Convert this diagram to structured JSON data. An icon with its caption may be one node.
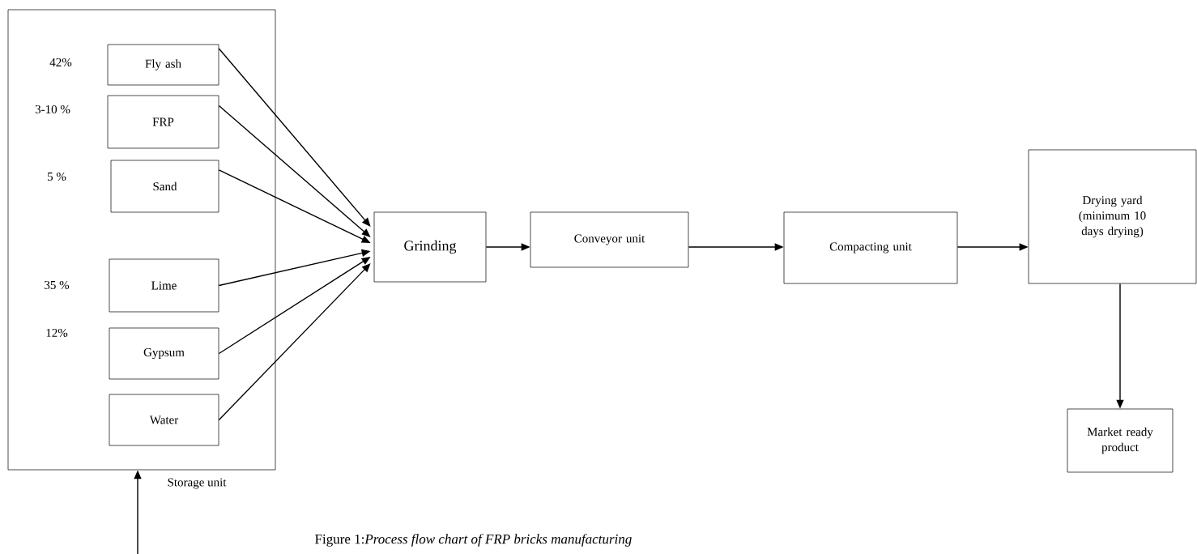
{
  "diagram": {
    "caption": "Figure 1:*Process flow chart of FRP bricks manufacturing*",
    "nodes": [
      {
        "text": [
          "Storage unit"
        ]
      },
      {
        "text": [
          "Fly ash"
        ],
        "in": 0,
        "beside": [
          "42%"
        ]
      },
      {
        "text": [
          "FRP"
        ],
        "in": 0,
        "beside": [
          "3-10 %"
        ]
      },
      {
        "text": [
          "Sand"
        ],
        "in": 0,
        "beside": [
          "5 %"
        ]
      },
      {
        "text": [
          "Lime"
        ],
        "in": 0,
        "beside": [
          "35 %"
        ]
      },
      {
        "text": [
          "Gypsum"
        ],
        "in": 0,
        "beside": [
          "12%"
        ]
      },
      {
        "text": [
          "Water"
        ],
        "in": 0
      },
      {
        "text": [
          "Grinding"
        ]
      },
      {
        "text": [
          "Conveyor unit"
        ]
      },
      {
        "text": [
          "Compacting unit"
        ]
      },
      {
        "text": [
          "Drying yard (minimum 10 days drying)"
        ]
      },
      {
        "text": [
          "Market ready product"
        ]
      }
    ],
    "edges": [
      {
        "from": 1,
        "to": 7,
        "arrow": "to"
      },
      {
        "from": 2,
        "to": 7,
        "arrow": "to"
      },
      {
        "from": 3,
        "to": 7,
        "arrow": "to"
      },
      {
        "from": 4,
        "to": 7,
        "arrow": "to"
      },
      {
        "from": 5,
        "to": 7,
        "arrow": "to"
      },
      {
        "from": 6,
        "to": 7,
        "arrow": "to"
      },
      {
        "from": 7,
        "to": 8,
        "arrow": "to"
      },
      {
        "from": 8,
        "to": 9,
        "arrow": "to"
      },
      {
        "from": 9,
        "to": 10,
        "arrow": "to"
      },
      {
        "from": 10,
        "to": 11,
        "arrow": "to"
      },
      {
        "from": null,
        "to": 0,
        "arrow": "to"
      }
    ]
  }
}
